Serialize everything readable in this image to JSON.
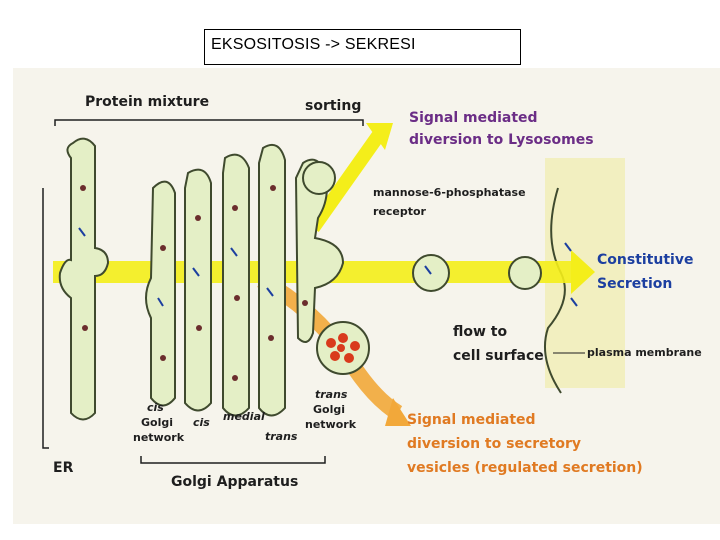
{
  "slide": {
    "title": "EKSOSITOSIS -> SEKRESI"
  },
  "diagram": {
    "labels": {
      "protein_mixture": "Protein mixture",
      "sorting": "sorting",
      "lysosome_line1": "Signal mediated",
      "lysosome_line2": "diversion to Lysosomes",
      "receptor_line1": "mannose-6-phosphatase",
      "receptor_line2": "receptor",
      "constitutive_line1": "Constitutive",
      "constitutive_line2": "Secretion",
      "flow_line1": "flow to",
      "flow_line2": "cell surface",
      "plasma_membrane": "plasma membrane",
      "secretory_line1": "Signal mediated",
      "secretory_line2": "diversion to secretory",
      "secretory_line3": "vesicles (regulated secretion)",
      "er": "ER",
      "golgi_apparatus": "Golgi Apparatus",
      "cis_golgi_1": "cis",
      "cis_golgi_2": "Golgi",
      "cis_golgi_3": "network",
      "cis": "cis",
      "medial": "medial",
      "trans": "trans",
      "trans_golgi_1": "trans",
      "trans_golgi_2": "Golgi",
      "trans_golgi_3": "network"
    },
    "colors": {
      "organelle_fill": "#e4efc6",
      "organelle_stroke": "#3f4a2e",
      "yellow_arrow": "#f4ee1a",
      "orange_arrow": "#f2a83a",
      "red_particles": "#d93a1c",
      "label_purple": "#6b2d86",
      "label_orange": "#e07a22",
      "label_blue": "#1c3fa0",
      "text_dark": "#1e1e1e",
      "membrane_zone": "#f2efc0"
    }
  }
}
